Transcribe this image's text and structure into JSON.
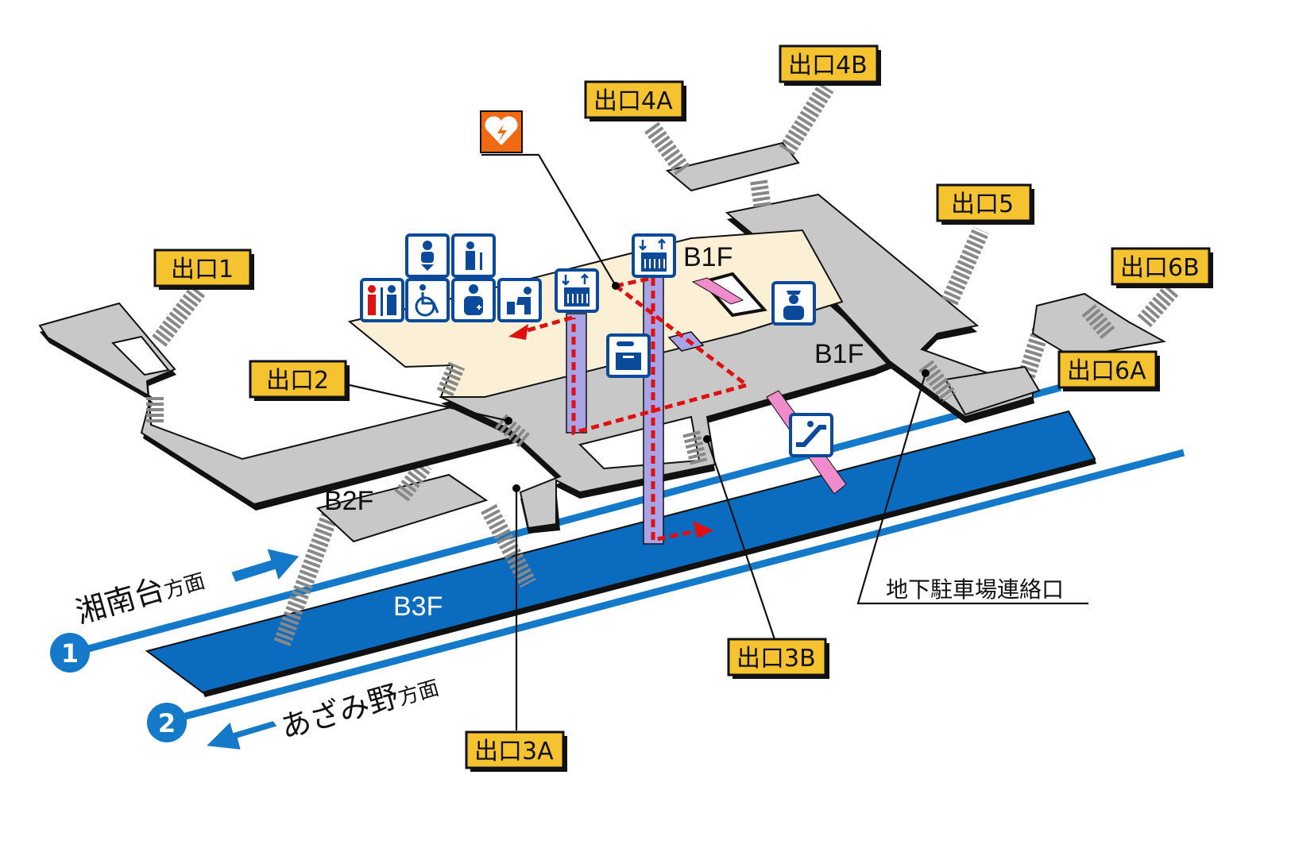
{
  "colors": {
    "exit_label": "#F5C230",
    "platform": "#0b6cbf",
    "track": "#1479c9",
    "concourse": "#c8c8c8",
    "paid_area": "#fbf0d6",
    "icon_blue": "#0b4a9b",
    "aed_orange": "#f06a14",
    "route_red": "#e01010",
    "elevator_shaft": "#a9a4e8",
    "escalator_pink": "#f08ccc"
  },
  "exits": {
    "e1": "出口1",
    "e2": "出口2",
    "e3a": "出口3A",
    "e3b": "出口3B",
    "e4a": "出口4A",
    "e4b": "出口4B",
    "e5": "出口5",
    "e6a": "出口6A",
    "e6b": "出口6B"
  },
  "floors": {
    "b1f_upper": "B1F",
    "b1f_lower": "B1F",
    "b2f": "B2F",
    "b3f": "B3F"
  },
  "tracks": [
    {
      "number": "1",
      "destination": "湘南台",
      "suffix": "方面"
    },
    {
      "number": "2",
      "destination": "あざみ野",
      "suffix": "方面"
    }
  ],
  "parking_link": "地下駐車場連絡口",
  "icons": [
    "aed-icon",
    "baby-changing-icon",
    "staff-room-icon",
    "restroom-icon",
    "wheelchair-icon",
    "first-aid-icon",
    "ostomate-icon",
    "elevator-icon",
    "coin-locker-icon",
    "station-staff-icon",
    "escalator-icon",
    "ticket-gate-icon"
  ]
}
